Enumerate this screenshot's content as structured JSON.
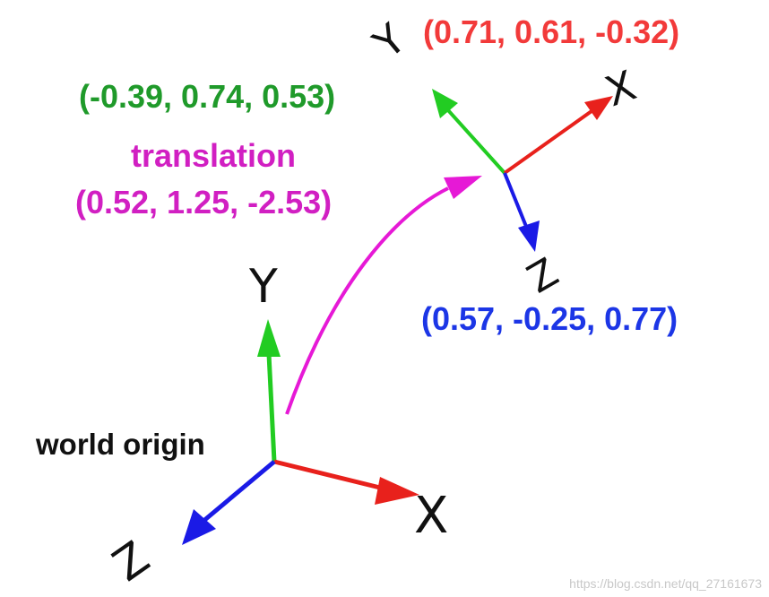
{
  "colors": {
    "x_axis": "#e8211c",
    "y_axis": "#22cc22",
    "z_axis": "#1a1ae6",
    "translation": "#e619d6",
    "label_red": "#f23a3a",
    "label_green": "#1f9a2a",
    "label_blue": "#1c36e6",
    "label_magenta": "#d11fc2",
    "text_dark": "#111111",
    "watermark": "#c8c8c8"
  },
  "world_frame": {
    "origin_label": "world origin",
    "axis_x": "X",
    "axis_y": "Y",
    "axis_z": "Z"
  },
  "local_frame": {
    "axis_x": "X",
    "axis_y": "Y",
    "axis_z": "Z",
    "x_vector": "(0.71, 0.61, -0.32)",
    "y_vector": "(-0.39, 0.74, 0.53)",
    "z_vector": "(0.57, -0.25, 0.77)"
  },
  "translation": {
    "label": "translation",
    "vector": "(0.52, 1.25, -2.53)"
  },
  "watermark": "https://blog.csdn.net/qq_27161673"
}
